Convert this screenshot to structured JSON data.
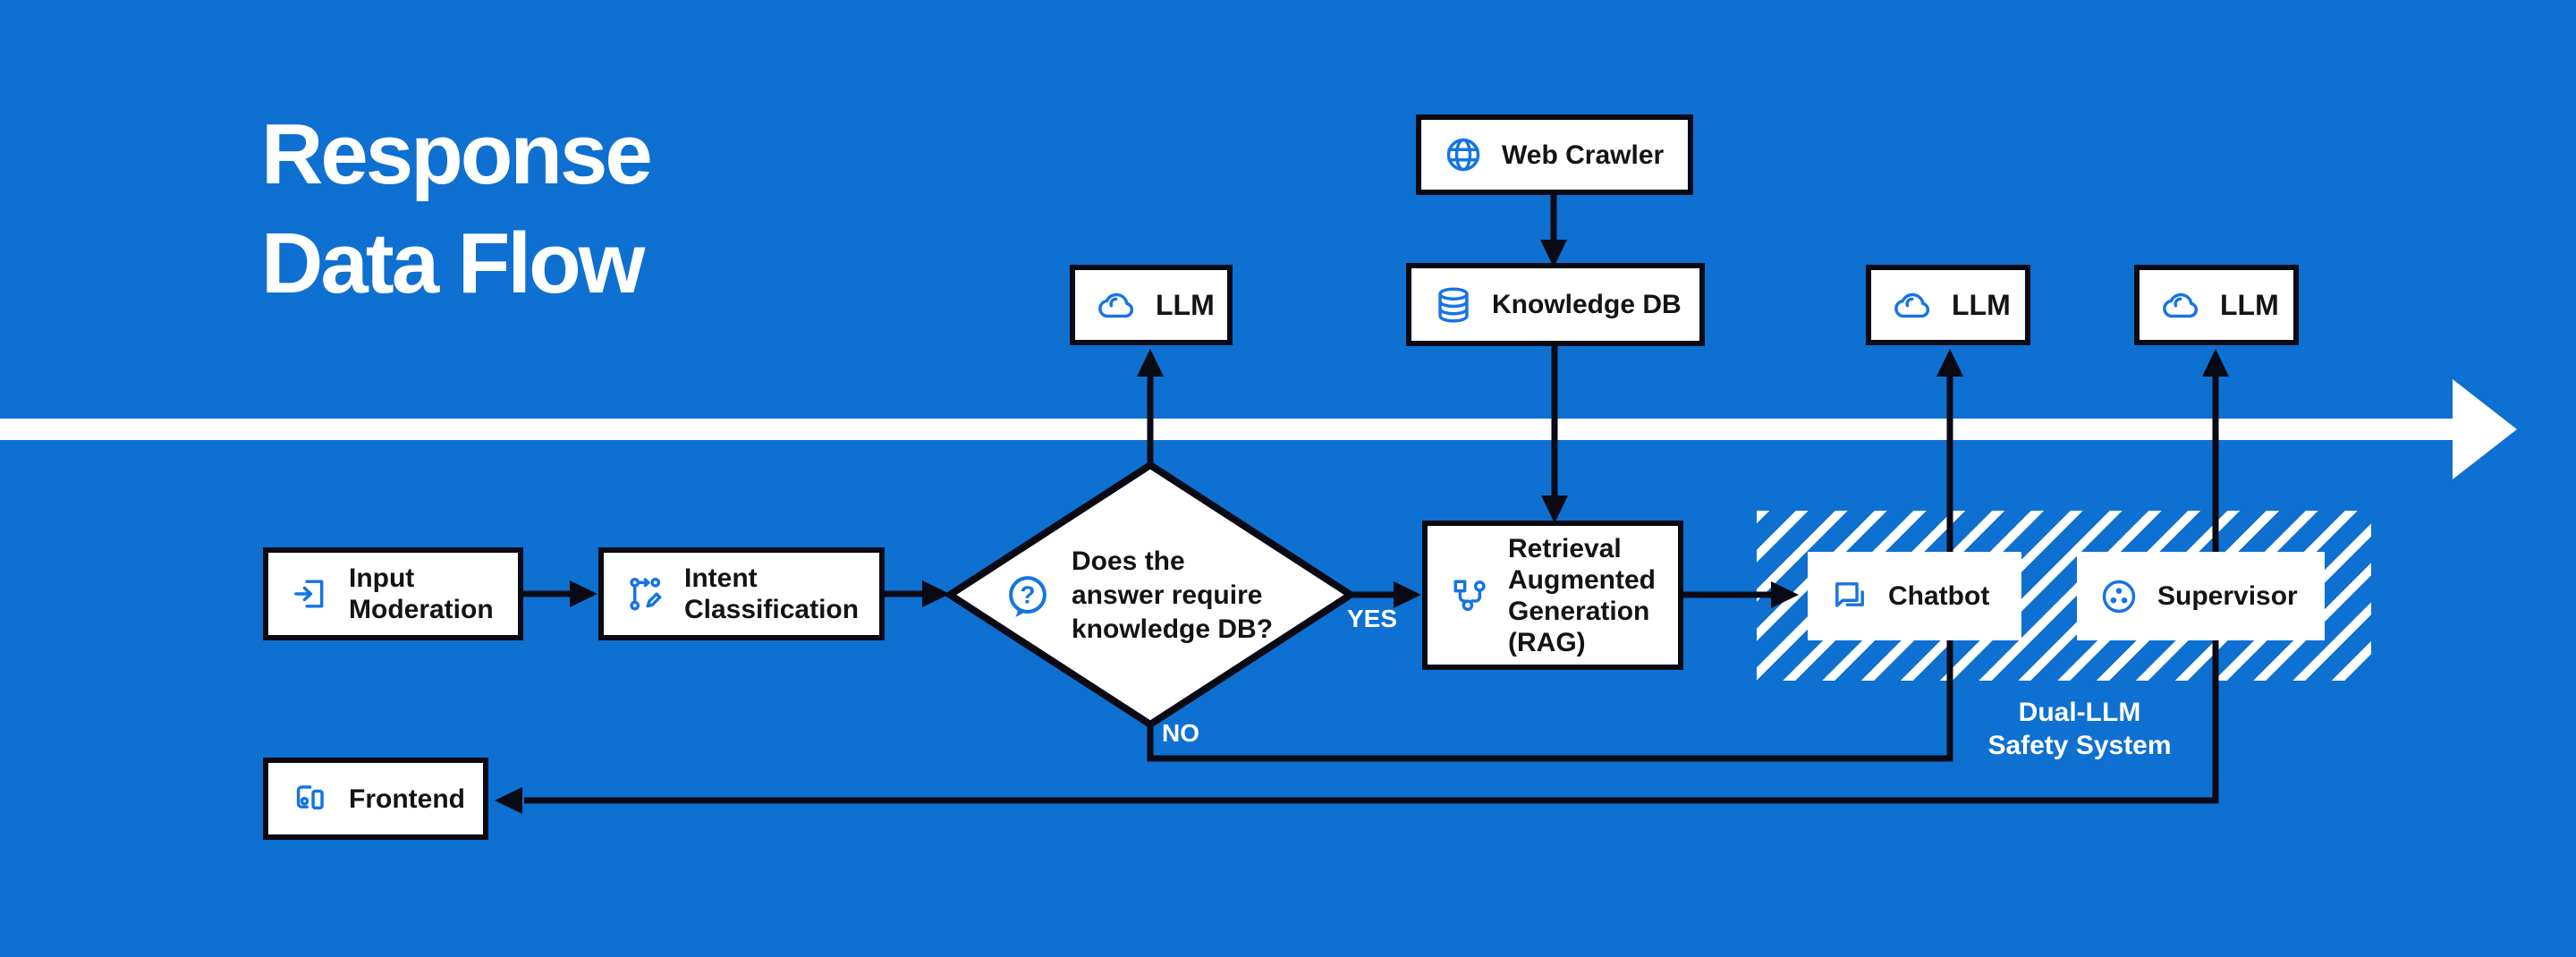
{
  "title": {
    "line1": "Response",
    "line2": "Data Flow"
  },
  "nodes": {
    "web_crawler": {
      "label": "Web Crawler",
      "icon": "globe-icon"
    },
    "knowledge_db": {
      "label": "Knowledge DB",
      "icon": "database-icon"
    },
    "llm_top": {
      "label": "LLM",
      "icon": "cloud-icon"
    },
    "llm_chatbot": {
      "label": "LLM",
      "icon": "cloud-icon"
    },
    "llm_supervisor": {
      "label": "LLM",
      "icon": "cloud-icon"
    },
    "input_moderation": {
      "label": "Input\nModeration",
      "icon": "input-arrow-icon"
    },
    "intent_classification": {
      "label": "Intent\nClassification",
      "icon": "intent-branch-icon"
    },
    "decision": {
      "label": "Does the\nanswer require\nknowledge DB?",
      "icon": "question-bubble-icon"
    },
    "rag": {
      "label": "Retrieval\nAugmented\nGeneration\n(RAG)",
      "icon": "hierarchy-icon"
    },
    "chatbot": {
      "label": "Chatbot",
      "icon": "chat-icon"
    },
    "supervisor": {
      "label": "Supervisor",
      "icon": "supervisor-circle-icon"
    },
    "frontend": {
      "label": "Frontend",
      "icon": "devices-icon"
    }
  },
  "edge_labels": {
    "yes": "YES",
    "no": "NO"
  },
  "zone": {
    "line1": "Dual-LLM",
    "line2": "Safety System"
  },
  "colors": {
    "background": "#0E70D1",
    "icon_blue": "#1574E3",
    "line_black": "#0A0A15",
    "box_white": "#FFFFFF",
    "text_black": "#141414",
    "text_white": "#FFFFFF"
  }
}
